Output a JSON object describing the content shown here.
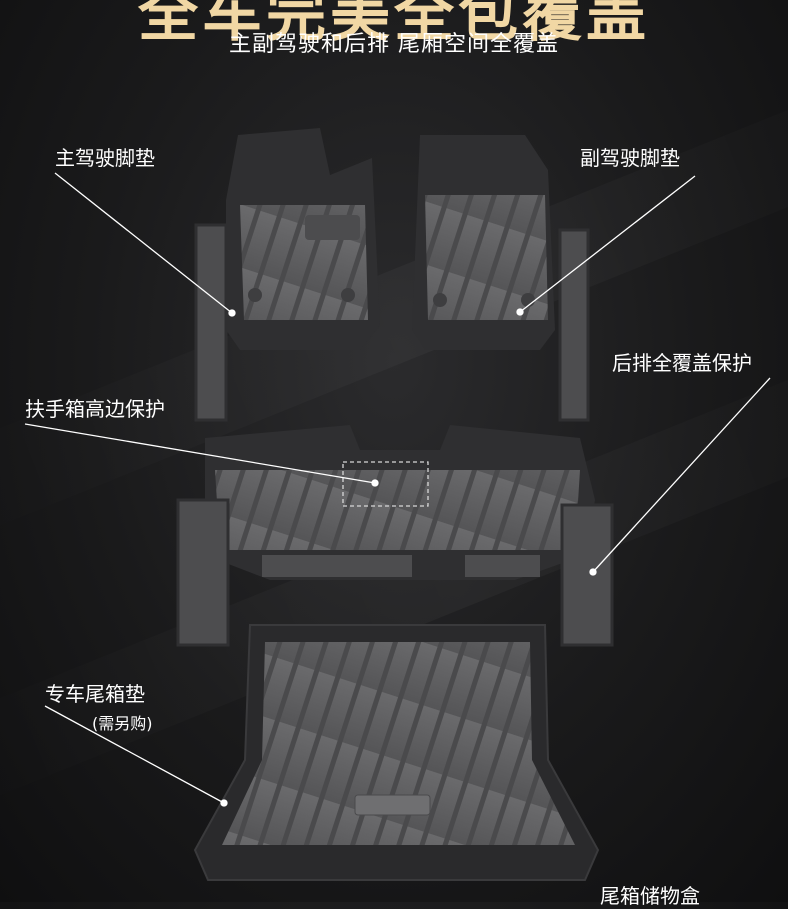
{
  "header": {
    "title": "全车完美全包覆盖",
    "subtitle": "主副驾驶和后排 尾厢空间全覆盖"
  },
  "labels": {
    "driver_mat": "主驾驶脚垫",
    "passenger_mat": "副驾驶脚垫",
    "rear_cover": "后排全覆盖保护",
    "armrest": "扶手箱高边保护",
    "trunk_mat": "专车尾箱垫",
    "trunk_note": "(需另购)",
    "trunk_box": "尾箱储物盒"
  },
  "colors": {
    "background": "#1a1a1b",
    "title": "#f1d7a4",
    "mat": "#5e5e60",
    "mat_edge": "#2f2f31",
    "leader_line": "#ffffff"
  }
}
